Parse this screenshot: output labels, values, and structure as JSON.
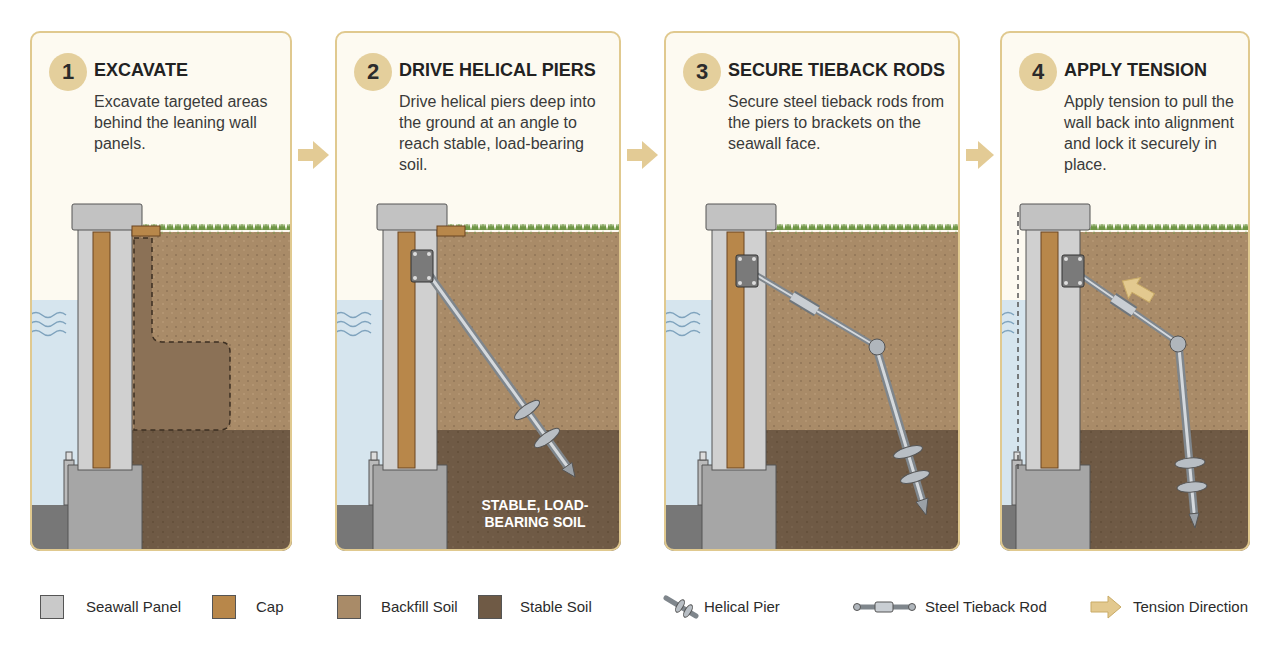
{
  "diagram": {
    "nodes": [
      {
        "text": [
          "EXCAVATE",
          "Excavate targeted areas behind the leaning wall panels."
        ]
      },
      {
        "text": [
          "1"
        ],
        "in": 0
      },
      {
        "text": [
          "DRIVE HELICAL PIERS",
          "Drive helical piers deep into the ground at an angle to reach stable, load-bearing soil."
        ]
      },
      {
        "text": [
          "2"
        ],
        "in": 2
      },
      {
        "text": [
          "SECURE TIEBACK RODS",
          "Secure steel tieback rods from the piers to brackets on the seawall face."
        ]
      },
      {
        "text": [
          "3"
        ],
        "in": 4
      },
      {
        "text": [
          "APPLY TENSION",
          "Apply tension to pull the wall back into alignment and lock it securely in place."
        ]
      },
      {
        "text": [
          "4"
        ],
        "in": 6
      }
    ],
    "edges": [
      {
        "from": 0,
        "to": 2,
        "arrow": "to"
      },
      {
        "from": 2,
        "to": 4,
        "arrow": "to"
      },
      {
        "from": 4,
        "to": 6,
        "arrow": "to"
      }
    ],
    "labels": [
      "STABLE, LOAD-BEARING SOIL"
    ],
    "legend": [
      {
        "text": "Seawall Panel",
        "color": "#c9c9c9"
      },
      {
        "text": "Cap",
        "color": "#b8874a"
      },
      {
        "text": "Backfill Soil",
        "color": "#a98b68"
      },
      {
        "text": "Stable Soil",
        "color": "#6f5a45"
      },
      {
        "text": "Helical Pier"
      },
      {
        "text": "Steel Tieback Rod"
      },
      {
        "text": "Tension Direction"
      }
    ]
  }
}
